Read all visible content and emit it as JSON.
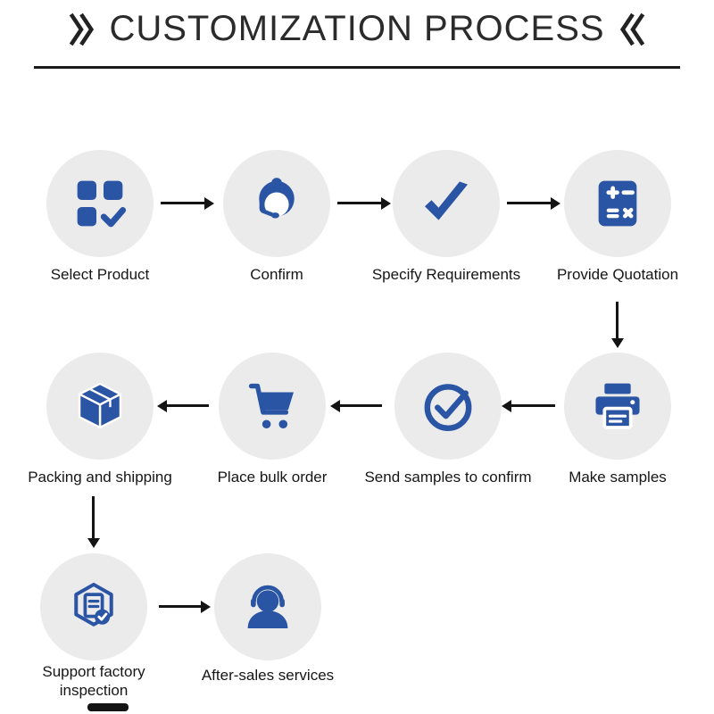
{
  "title": {
    "text": "CUSTOMIZATION PROCESS"
  },
  "colors": {
    "accent": "#2a54a4",
    "circle_bg": "#ebebeb",
    "arrow": "#141414",
    "title_text": "#2b2b2b"
  },
  "steps": [
    {
      "label": "Select Product",
      "icon": "select-product-icon"
    },
    {
      "label": "Confirm",
      "icon": "customer-service-icon"
    },
    {
      "label": "Specify Requirements",
      "icon": "checkmark-icon"
    },
    {
      "label": "Provide Quotation",
      "icon": "calculator-icon"
    },
    {
      "label": "Make samples",
      "icon": "printer-icon"
    },
    {
      "label": "Send samples to confirm",
      "icon": "check-circle-icon"
    },
    {
      "label": "Place bulk order",
      "icon": "shopping-cart-icon"
    },
    {
      "label": "Packing and shipping",
      "icon": "package-box-icon"
    },
    {
      "label": "Support factory inspection",
      "icon": "inspection-certificate-icon"
    },
    {
      "label": "After-sales services",
      "icon": "headset-person-icon"
    }
  ]
}
